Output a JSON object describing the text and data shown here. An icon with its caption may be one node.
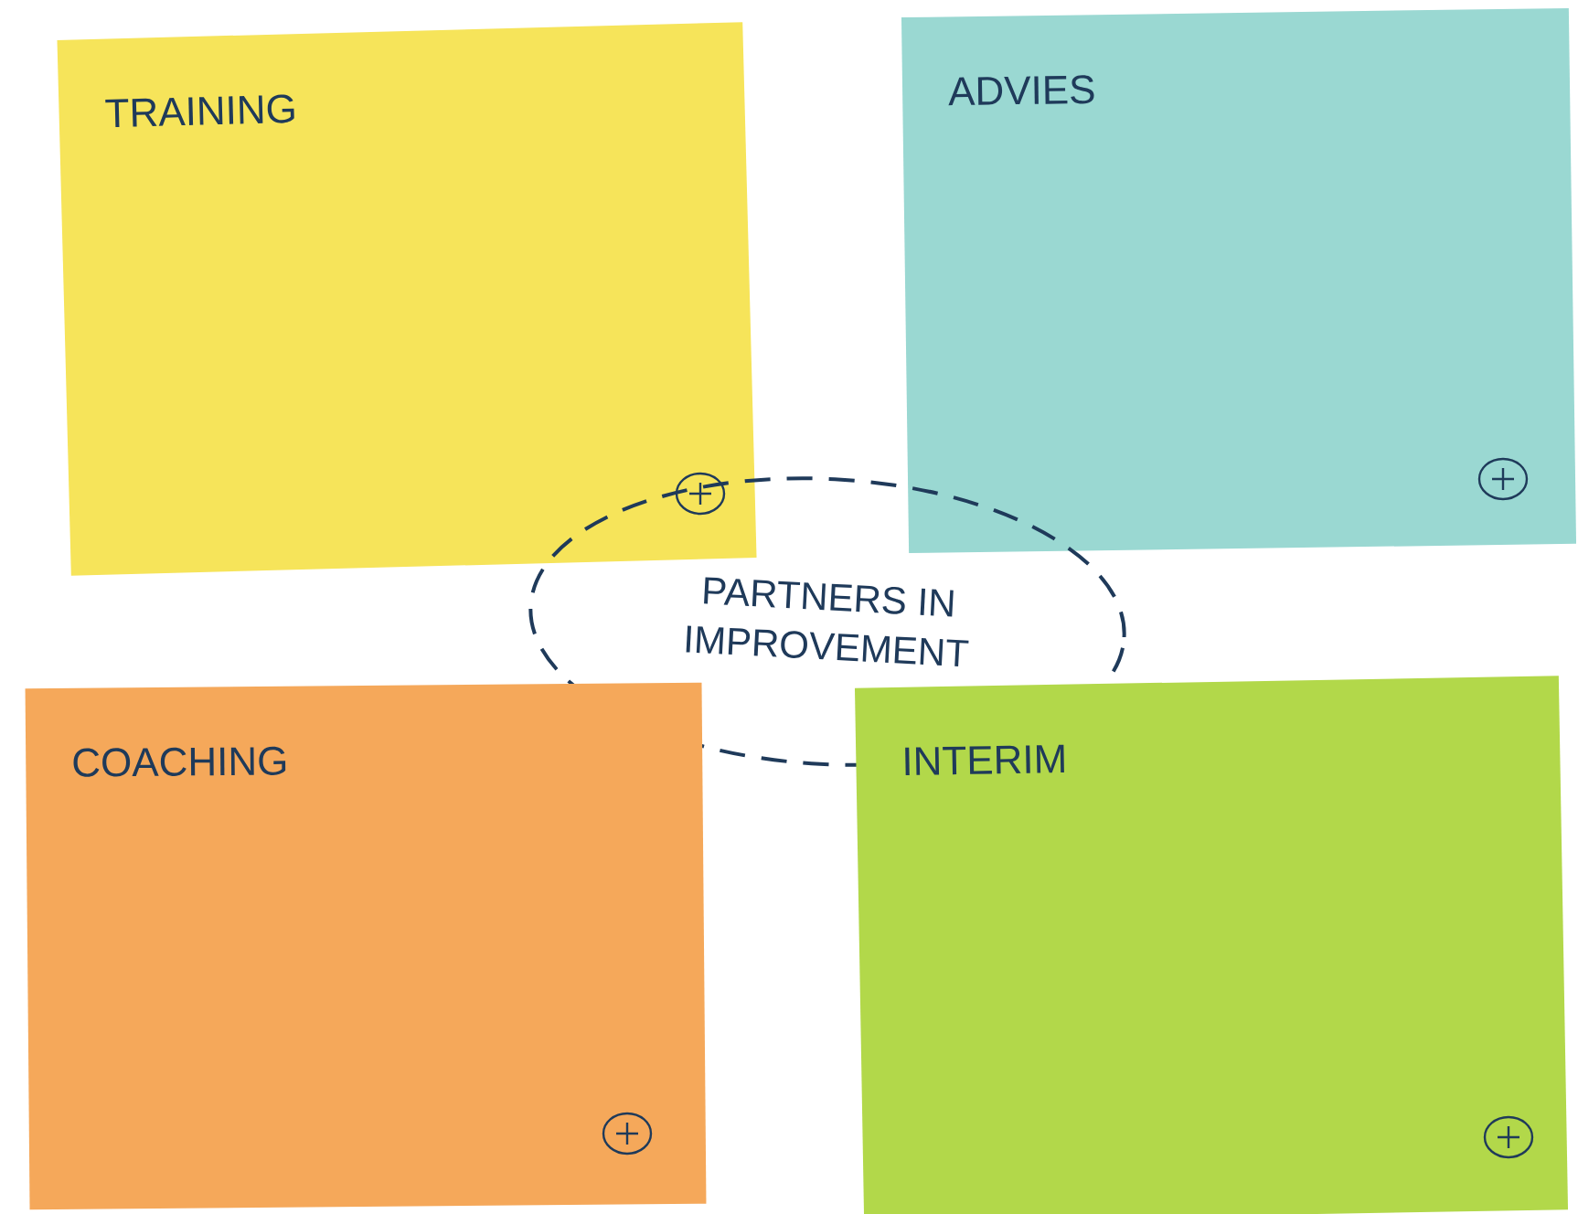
{
  "diagram": {
    "nodes": [
      {
        "text": [
          "TRAINING"
        ]
      },
      {
        "text": [
          "ADVIES"
        ]
      },
      {
        "text": [
          "PARTNERS IN IMPROVEMENT"
        ]
      },
      {
        "text": [
          "COACHING"
        ]
      },
      {
        "text": [
          "INTERIM"
        ]
      }
    ]
  }
}
